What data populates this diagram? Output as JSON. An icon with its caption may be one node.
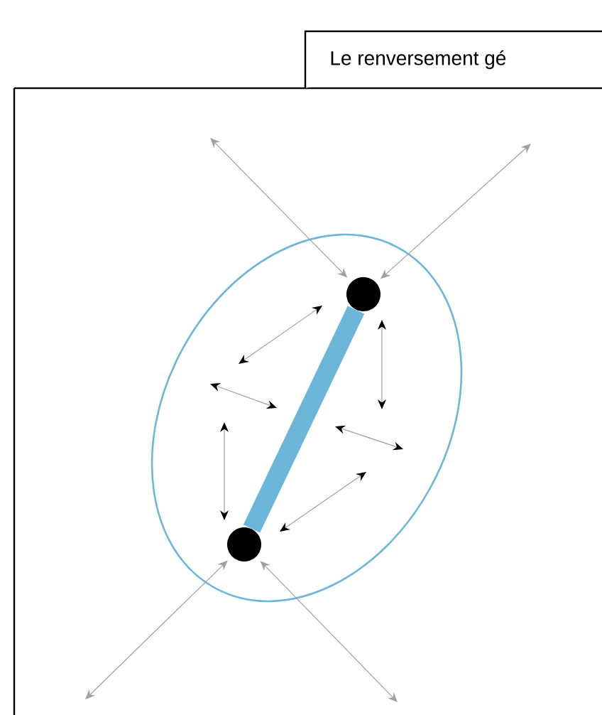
{
  "diagram": {
    "title": "Le renversement gé",
    "nodes": [
      {
        "text": [],
        "shape": "circle"
      },
      {
        "text": [],
        "shape": "circle"
      }
    ],
    "edges": [
      {
        "from": 0,
        "to": 1,
        "arrow": "none",
        "style": "thick",
        "color": "#6cb6d9"
      },
      {
        "from": null,
        "to": 0,
        "arrow": "both"
      },
      {
        "from": null,
        "to": 0,
        "arrow": "both"
      },
      {
        "from": null,
        "to": 1,
        "arrow": "both"
      },
      {
        "from": null,
        "to": 1,
        "arrow": "both"
      }
    ]
  }
}
